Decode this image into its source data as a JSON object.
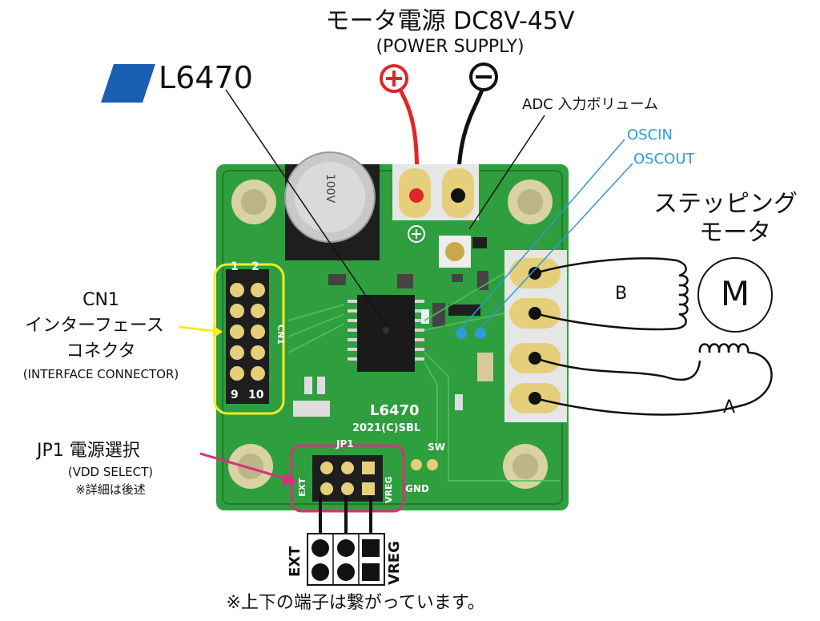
{
  "power": {
    "title": "モータ電源 DC8V-45V",
    "subtitle": "(POWER SUPPLY)",
    "plus_symbol": "⊕",
    "minus_symbol": "⊖"
  },
  "chip": {
    "brand_logo": "ST",
    "name": "L6470"
  },
  "adc_label": "ADC 入力ボリューム",
  "osc": {
    "oscin": "OSCIN",
    "oscout": "OSCOUT"
  },
  "motor": {
    "label_line1": "ステッピング",
    "label_line2": "モータ",
    "symbol": "M",
    "coil_b": "B",
    "coil_a": "A"
  },
  "cn1": {
    "line1": "CN1",
    "line2": "インターフェース",
    "line3": "コネクタ",
    "line4": "(INTERFACE CONNECTOR)"
  },
  "jp1": {
    "title": "JP1 電源選択",
    "subtitle": "(VDD SELECT)",
    "note": "※詳細は後述"
  },
  "board": {
    "silk_l6470": "L6470",
    "silk_copyright": "2021(C)SBL",
    "silk_jp1": "JP1",
    "silk_sw": "SW",
    "silk_gnd": "GND",
    "silk_ext": "EXT",
    "silk_vreg": "VREG",
    "silk_cn1": "CN1",
    "silk_pin2": "2",
    "silk_pin1": "1",
    "silk_pin10": "10",
    "silk_pin9": "9",
    "cap_text": "100V"
  },
  "jumper_diagram": {
    "ext": "EXT",
    "vreg": "VREG"
  },
  "footer_note": "※上下の端子は繋がっています。",
  "colors": {
    "pcb": "#2f9e3e",
    "pcb_dark": "#237a2e",
    "pad_gold": "#e6cf7a",
    "wire_red": "#e0262a",
    "highlight_yellow": "#f1ec2a",
    "highlight_magenta": "#d6317f",
    "osc_blue": "#2e9bd8"
  }
}
